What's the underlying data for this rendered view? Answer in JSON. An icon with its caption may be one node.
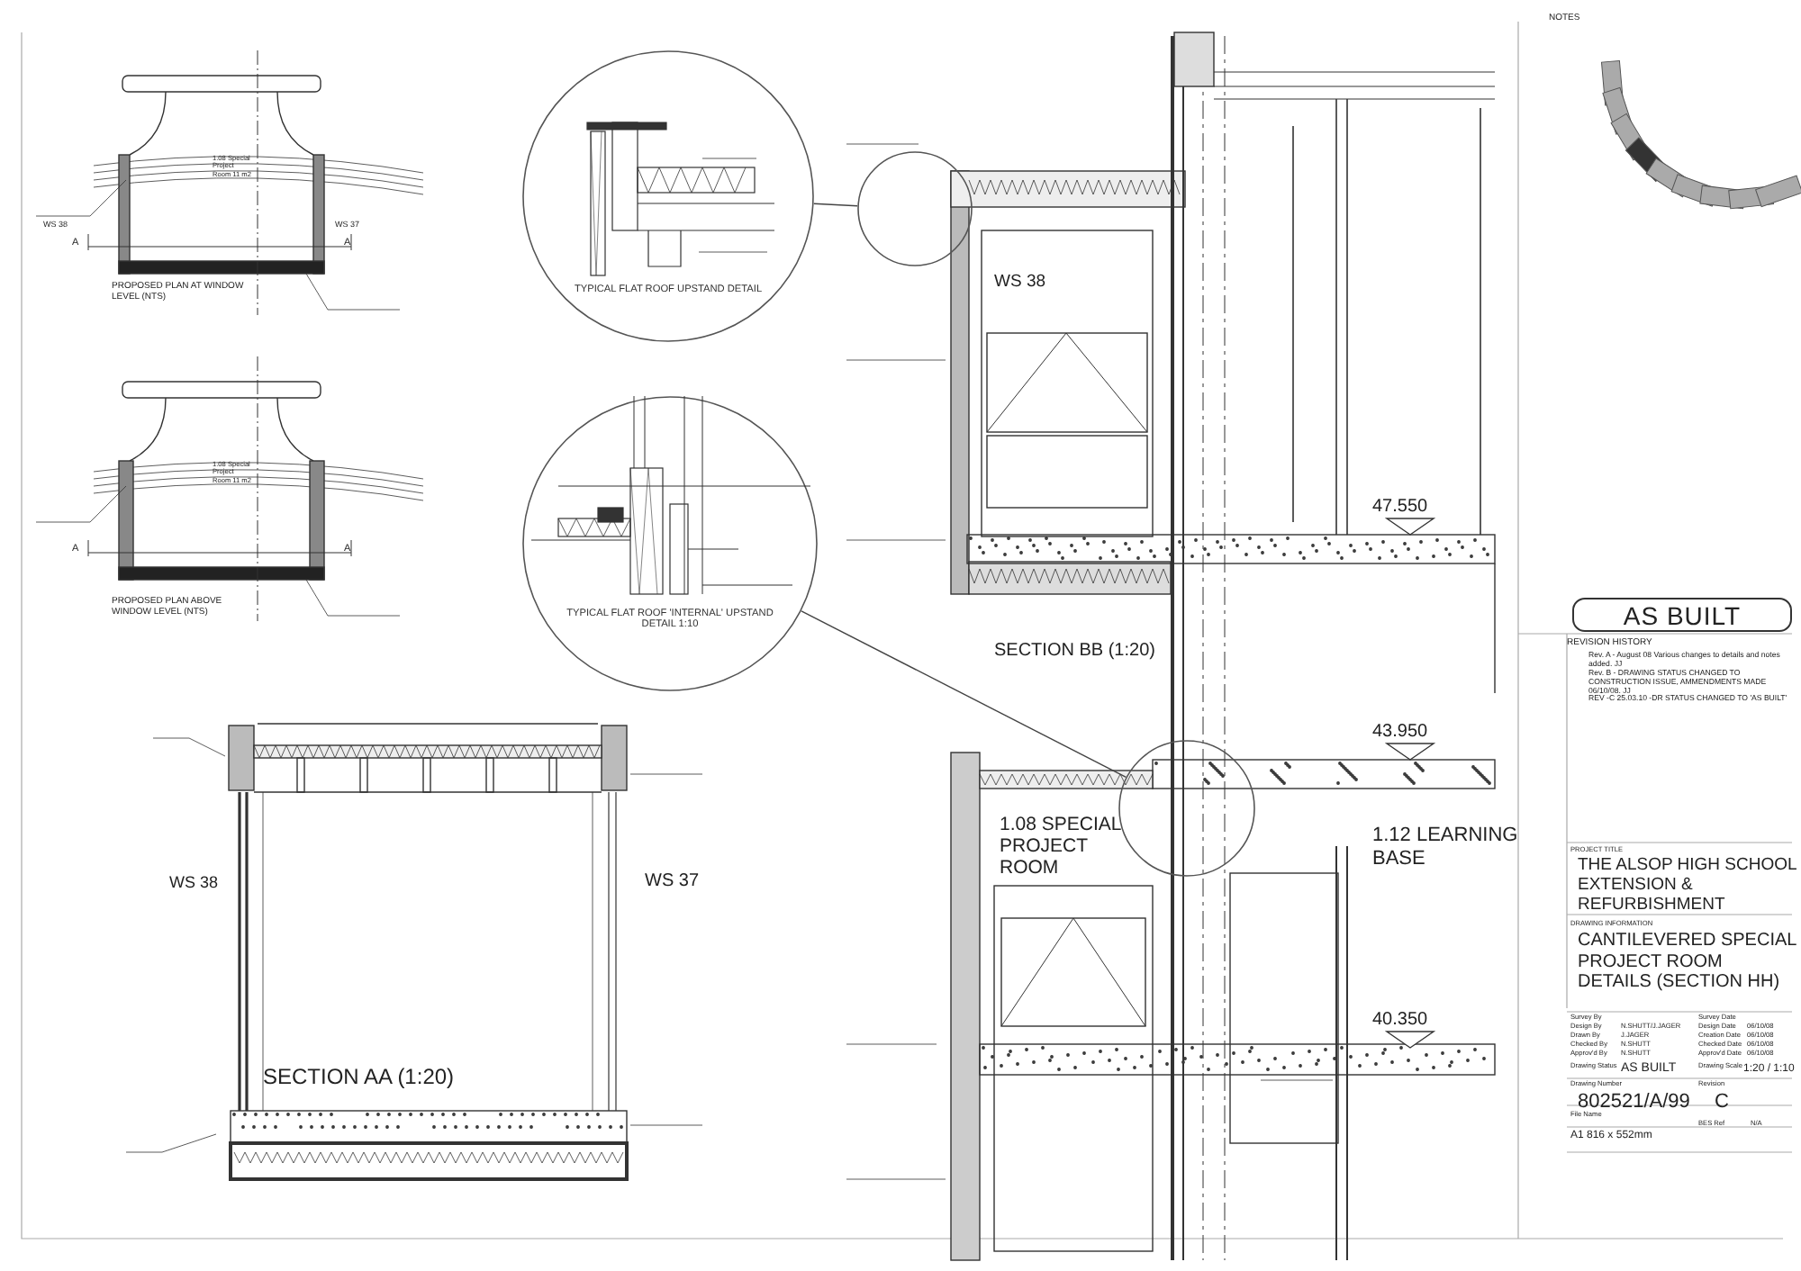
{
  "diagram": {
    "nodes": [
      {
        "text": [
          "TYPICAL FLAT ROOF UPSTAND DETAIL"
        ]
      },
      {
        "text": [
          "TYPICAL FLAT ROOF 'INTERNAL' UPSTAND DETAIL 1:10"
        ]
      },
      {
        "text": [],
        "shape": "circle"
      },
      {
        "text": [],
        "shape": "circle"
      },
      {
        "text": [
          "AS BUILT"
        ]
      }
    ],
    "edges": [
      {
        "from": 0,
        "to": 2,
        "arrow": "none"
      },
      {
        "from": 1,
        "to": 3,
        "arrow": "none"
      }
    ],
    "labels": [
      "NOTES",
      "WS 38",
      "WS 37",
      "1.08 Special Project Room 11 m2",
      "A",
      "A",
      "PROPOSED PLAN AT WINDOW LEVEL (NTS)",
      "1.08 Special Project Room 11 m2",
      "A",
      "A",
      "PROPOSED PLAN ABOVE WINDOW LEVEL (NTS)",
      "WS 38",
      "47.550",
      "SECTION BB (1:20)",
      "43.950",
      "WS 38",
      "WS 37",
      "1.08 SPECIAL PROJECT ROOM",
      "1.12 LEARNING BASE",
      "SECTION AA (1:20)",
      "40.350",
      "REVISION HISTORY",
      "Rev. A - August 08 Various changes to details and notes added. JJ",
      "Rev. B - DRAWING STATUS CHANGED TO CONSTRUCTION ISSUE, AMMENDMENTS MADE 06/10/08. JJ",
      "REV -C 25.03.10 -DR STATUS CHANGED TO 'AS BUILT'",
      "PROJECT TITLE",
      "THE ALSOP HIGH SCHOOL EXTENSION & REFURBISHMENT",
      "DRAWING INFORMATION",
      "CANTILEVERED SPECIAL PROJECT ROOM DETAILS (SECTION HH)",
      "Survey By",
      "Survey Date",
      "Design By",
      "N.SHUTT/J.JAGER",
      "Design Date",
      "06/10/08",
      "Drawn By",
      "J.JAGER",
      "Creation Date",
      "06/10/08",
      "Checked By",
      "N.SHUTT",
      "Checked Date",
      "06/10/08",
      "Approv'd By",
      "N.SHUTT",
      "Approv'd Date",
      "06/10/08",
      "Drawing Status",
      "AS BUILT",
      "Drawing Scale",
      "1:20 / 1:10",
      "Drawing Number",
      "802521/A/99",
      "Revision",
      "C",
      "File Name",
      "BES Ref",
      "N/A",
      "A1 816 x 552mm"
    ]
  }
}
